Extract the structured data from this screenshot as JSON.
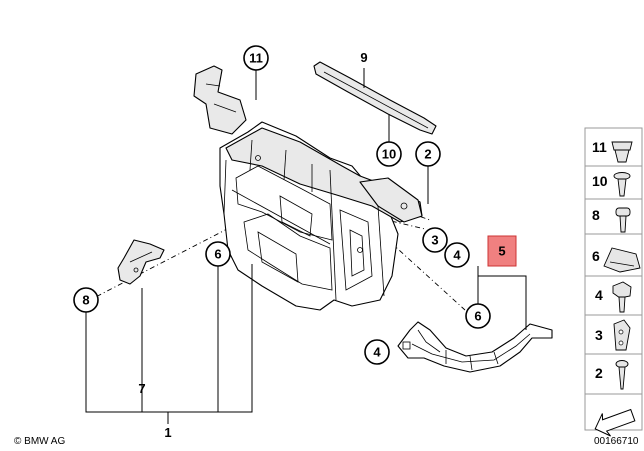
{
  "callouts": {
    "c11": "11",
    "c9": "9",
    "c10": "10",
    "c2": "2",
    "c3": "3",
    "c4a": "4",
    "c6a": "6",
    "c8": "8",
    "c7": "7",
    "c1": "1",
    "c5": "5",
    "c6b": "6",
    "c4b": "4"
  },
  "legend": [
    "11",
    "10",
    "8",
    "6",
    "4",
    "3",
    "2"
  ],
  "footer": {
    "copyright": "© BMW AG",
    "drawing_number": "00166710"
  },
  "colors": {
    "highlight_fill": "#f08080",
    "highlight_stroke": "#cc3333",
    "legend_fill": "#e6e6e6"
  }
}
